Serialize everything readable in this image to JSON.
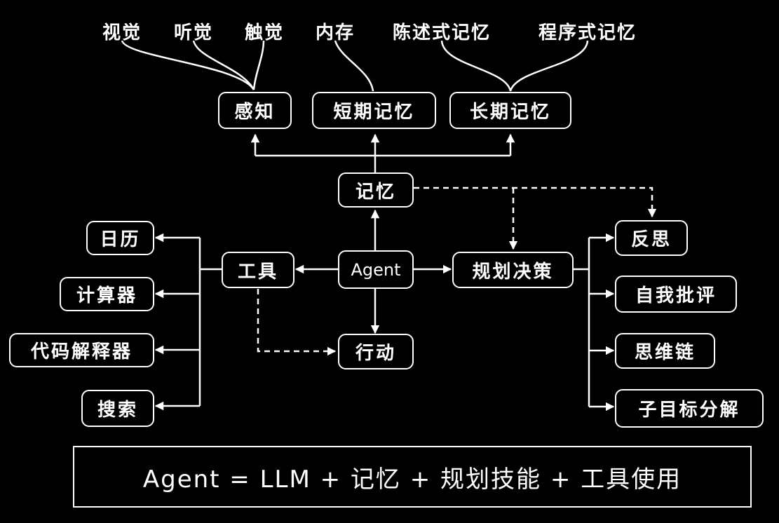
{
  "colors": {
    "background": "#000000",
    "foreground": "#ffffff"
  },
  "diagram": {
    "center": "Agent",
    "memory": {
      "label": "记忆",
      "types": [
        "感知",
        "短期记忆",
        "长期记忆"
      ],
      "perception_sources": [
        "视觉",
        "听觉",
        "触觉"
      ],
      "short_term_source": "内存",
      "long_term_sources": [
        "陈述式记忆",
        "程序式记忆"
      ]
    },
    "tools": {
      "label": "工具",
      "items": [
        "日历",
        "计算器",
        "代码解释器",
        "搜索"
      ]
    },
    "planning": {
      "label": "规划决策",
      "items": [
        "反思",
        "自我批评",
        "思维链",
        "子目标分解"
      ]
    },
    "action": "行动",
    "formula": "Agent = LLM + 记忆 + 规划技能 + 工具使用"
  }
}
